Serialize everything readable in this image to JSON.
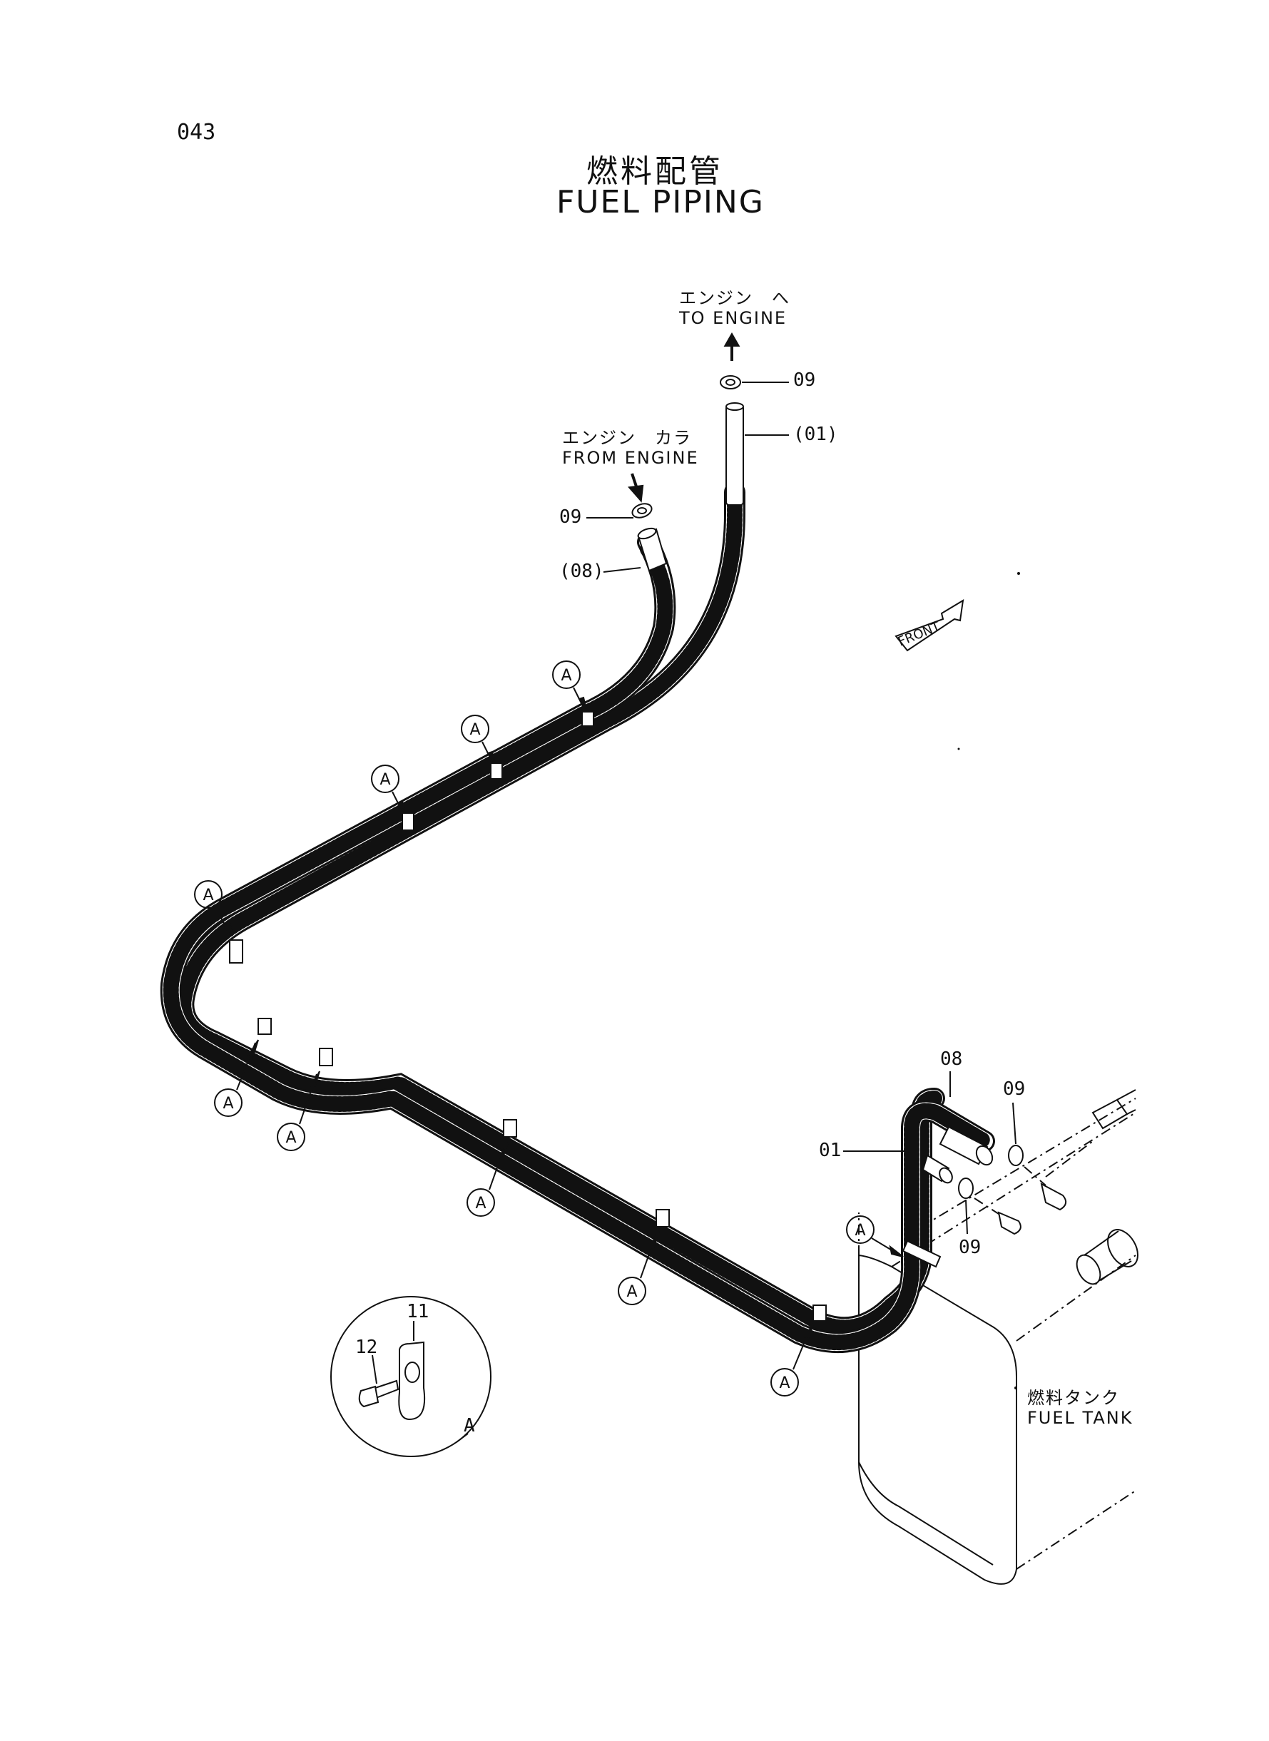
{
  "page_number": "043",
  "title": {
    "jp": "燃料配管",
    "en": "FUEL PIPING"
  },
  "labels": {
    "to_engine_jp": "エンジン　へ",
    "to_engine_en": "TO ENGINE",
    "from_engine_jp": "エンジン　カラ",
    "from_engine_en": "FROM ENGINE",
    "fuel_tank_jp": "燃料タンク",
    "fuel_tank_en": "FUEL TANK",
    "front": "FRONT"
  },
  "callouts": {
    "p09_top": "09",
    "p01_ref": "(01)",
    "p09_left": "09",
    "p08_ref": "(08)",
    "p08": "08",
    "p09_right_top": "09",
    "p01": "01",
    "p09_right_bottom": "09",
    "p11": "11",
    "p12": "12",
    "detail_a": "A"
  },
  "clamp_marker": "A"
}
